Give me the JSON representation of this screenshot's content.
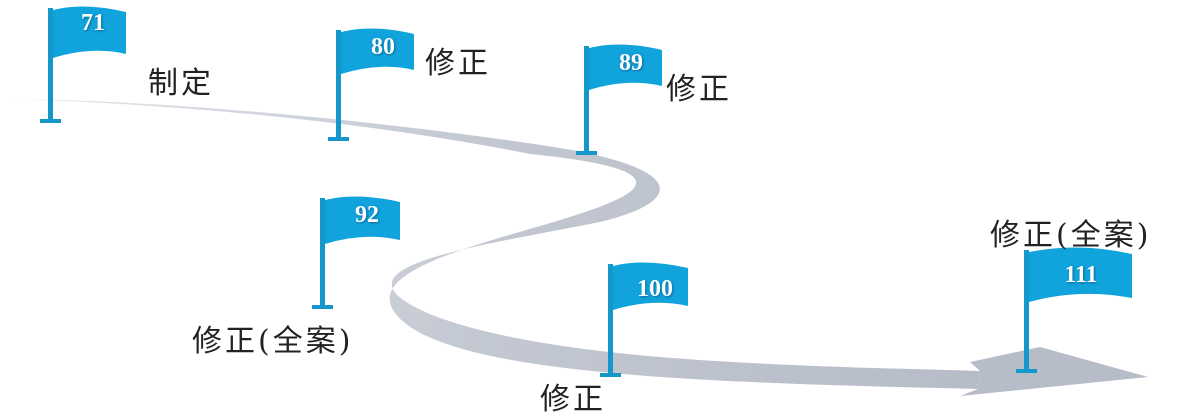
{
  "colors": {
    "flag": "#10a3dc",
    "flag_dark": "#0c8cc0",
    "pole": "#1597c9",
    "road": "#c6cad3",
    "road_edge": "#9ea6b4",
    "label": "#222222"
  },
  "milestones": [
    {
      "number": "71",
      "label": "制定"
    },
    {
      "number": "80",
      "label": "修正"
    },
    {
      "number": "89",
      "label": "修正"
    },
    {
      "number": "92",
      "label": "修正(全案)"
    },
    {
      "number": "100",
      "label": "修正"
    },
    {
      "number": "111",
      "label": "修正(全案)"
    }
  ]
}
